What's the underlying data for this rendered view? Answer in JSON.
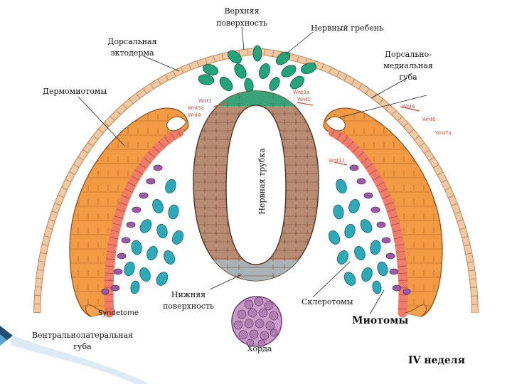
{
  "labels": {
    "top_surface_1": "Верхняя",
    "top_surface_2": "поверхность",
    "neural_crest": "Нервный гребень",
    "dorsal_ectoderm_1": "Дорсальная",
    "dorsal_ectoderm_2": "эктодерма",
    "dorsomedial_lip_1": "Дорсально-",
    "dorsomedial_lip_2": "медиальная",
    "dorsomedial_lip_3": "губа",
    "dermomyotomes": "Дермомиотомы",
    "neural_tube": "Нервная трубка",
    "bottom_surface_1": "Нижняя",
    "bottom_surface_2": "поверхность",
    "sclerotomes": "Склеротомы",
    "myotomes": "Миотомы",
    "syndetome": "Syndetome",
    "ventrolateral_lip_1": "Вентральнолатеральная",
    "ventrolateral_lip_2": "губа",
    "notochord": "Хорда",
    "week": "IV неделя"
  },
  "signals": {
    "left_1": "Wnt1",
    "left_2": "Wnt3a",
    "left_3": "Wnt4",
    "right_1": "Wnt3a",
    "right_2": "Wnt1",
    "right_3": "Wnt4",
    "right_4": "Wnt6",
    "right_5": "Wnt7a",
    "right_6": "Wnt11"
  },
  "colors": {
    "ectoderm": "#f2c9a2",
    "dermomyotome": "#f39a45",
    "myotome": "#ef7b68",
    "sclerotome": "#2fa8b8",
    "syndetome": "#9b5aa6",
    "neural_tube": "#b88c74",
    "roof_plate": "#3aa37a",
    "floor_plate": "#a9b3b3",
    "notochord": "#c99bc9",
    "neural_crest": "#25a37a",
    "signal": "#e0483b",
    "accent_arrow": "#1e4f73"
  }
}
